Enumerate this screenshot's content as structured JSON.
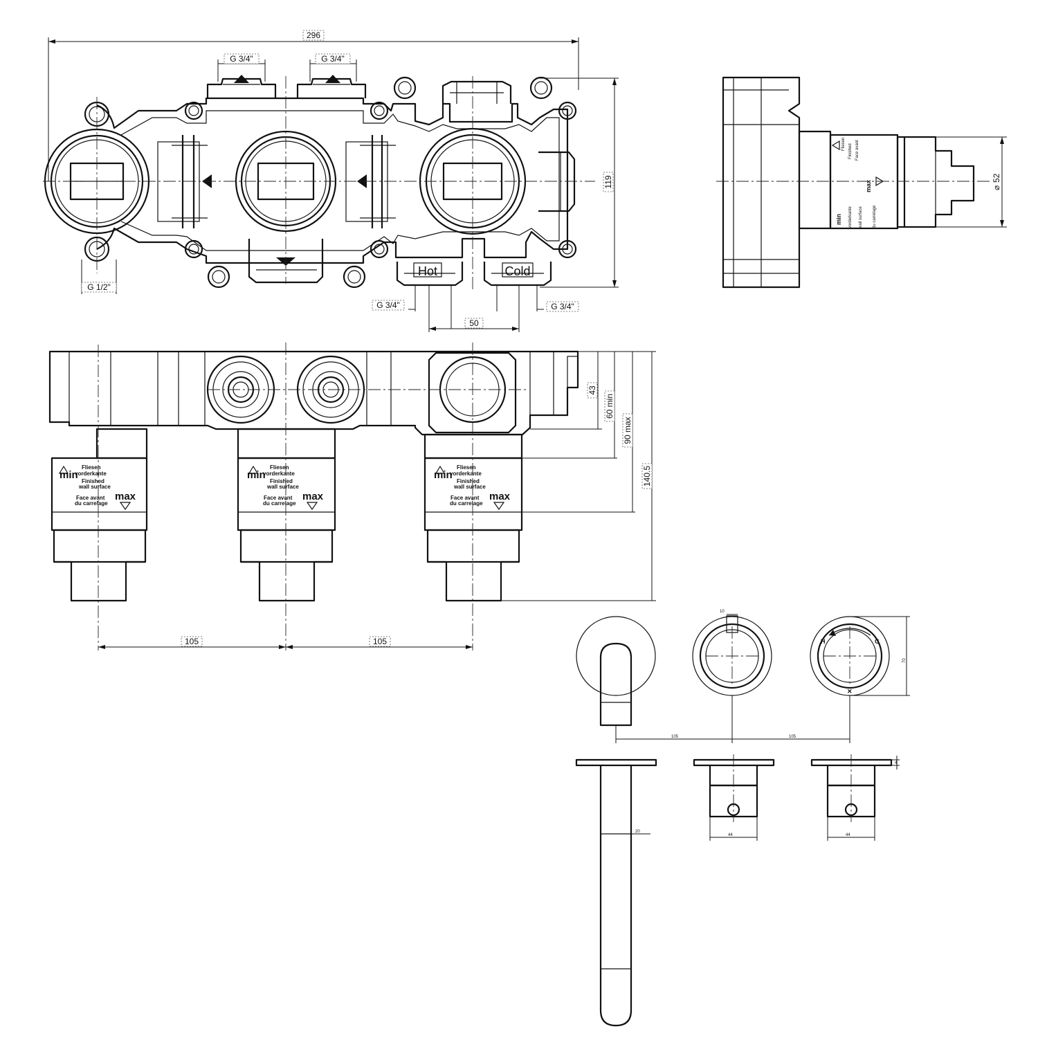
{
  "dimensions": {
    "overall_width": "296",
    "inlet_top_left": "G 3/4\"",
    "inlet_top_right": "G 3/4\"",
    "inlet_left": "G 1/2\"",
    "height": "119",
    "inlet_hot": "G 3/4\"",
    "inlet_cold": "G 3/4\"",
    "hot_cold_spacing": "50",
    "cartridge_diameter": "52",
    "depth_43": "43",
    "depth_60min": "60 min",
    "depth_90max": "90 max",
    "depth_140_5": "140.5",
    "spacing_left": "105",
    "spacing_right": "105",
    "fit_spacing_left": "105",
    "fit_spacing_right": "105",
    "handle_dia": "10",
    "rosette_dia": "70",
    "spout_dia": "20",
    "body_dia_1": "44",
    "body_dia_2": "44",
    "rosette_thk": "4"
  },
  "labels": {
    "hot": "Hot",
    "cold": "Cold",
    "h": "H",
    "c": "C",
    "marker_min": "min",
    "marker_max": "max",
    "line1": "Fliesen",
    "line2": "vorderkante",
    "line3": "Finished",
    "line4": "wall surface",
    "line5": "Face avant",
    "line6": "du carrelage"
  },
  "symbols": {
    "diameter": "⌀",
    "cross_marker": "x-marker-icon",
    "flow_arrow": "triangle-arrow-icon"
  }
}
